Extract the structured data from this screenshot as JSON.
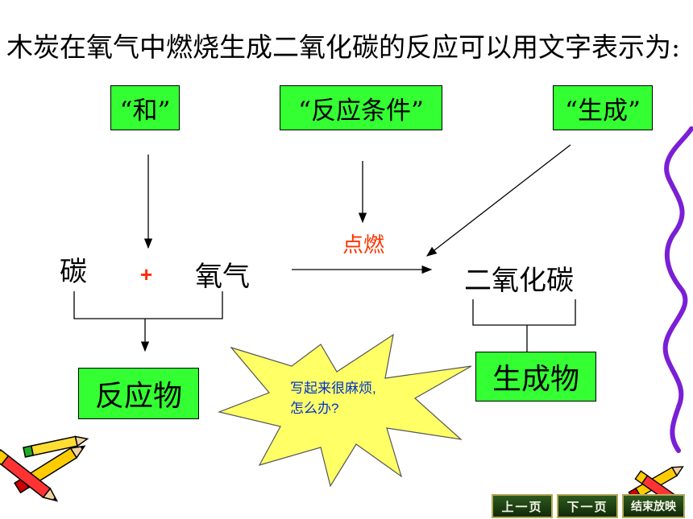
{
  "title": "木炭在氧气中燃烧生成二氧化碳的反应可以用文字表示为:",
  "labels": {
    "and": "“和”",
    "condition": "“反应条件”",
    "produce": "“生成”"
  },
  "equation": {
    "reactant1": "碳",
    "plus": "+",
    "reactant2": "氧气",
    "condition": "点燃",
    "product": "二氧化碳"
  },
  "groups": {
    "reactants": "反应物",
    "products": "生成物"
  },
  "bubble": {
    "line1": "写起来很麻烦,",
    "line2": "怎么办?"
  },
  "nav": {
    "prev": "上一页",
    "next": "下一页",
    "end": "结束放映"
  },
  "colors": {
    "label_box": "#33ff33",
    "condition_text": "#ff3300",
    "bubble_fill": "#ffff66",
    "wavy_line": "#7a1fd6"
  }
}
